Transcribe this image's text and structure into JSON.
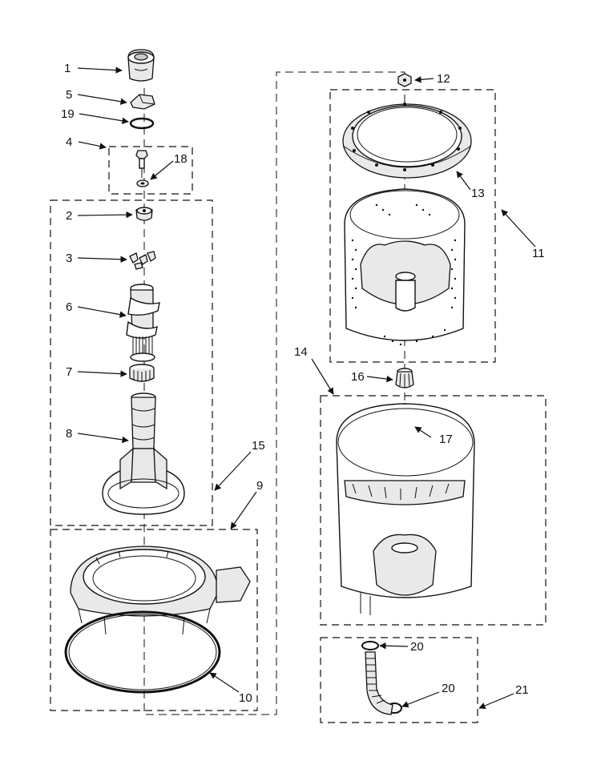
{
  "callouts": {
    "c1": "1",
    "c2": "2",
    "c3": "3",
    "c4": "4",
    "c5": "5",
    "c6": "6",
    "c7": "7",
    "c8": "8",
    "c9": "9",
    "c10": "10",
    "c11": "11",
    "c12": "12",
    "c13": "13",
    "c14": "14",
    "c15": "15",
    "c16": "16",
    "c17": "17",
    "c18": "18",
    "c19": "19",
    "c20a": "20",
    "c20b": "20",
    "c21": "21"
  }
}
